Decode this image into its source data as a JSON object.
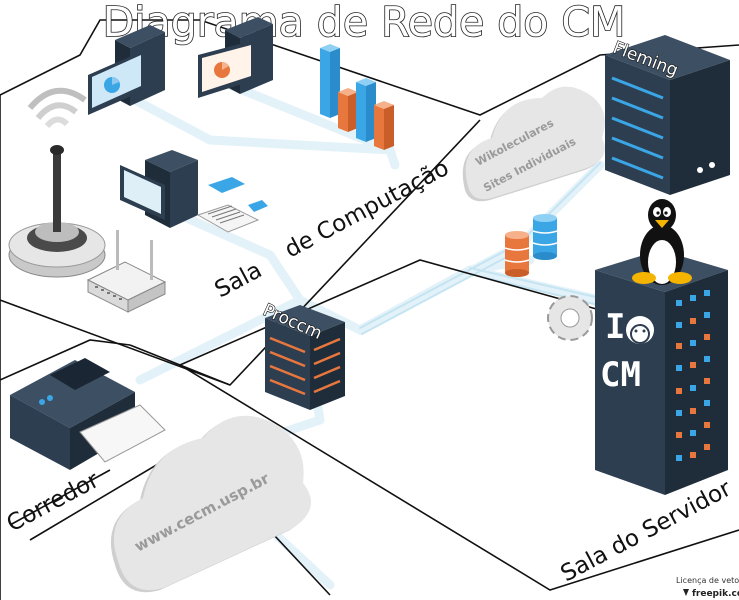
{
  "title": "Diagrama de Rede do CM",
  "rooms": {
    "sala_computacao_1": "Sala",
    "sala_computacao_2": "de Computação",
    "corredor": "Corredor",
    "sala_servidor": "Sala do Servidor"
  },
  "servers": {
    "fleming": "Fleming",
    "proccm": "Proccm",
    "icm_line1": "I",
    "icm_line2": "CM"
  },
  "clouds": {
    "internal_line1": "Wikoleculares",
    "internal_line2": "Sites Individuais",
    "external": "www.cecm.usp.br"
  },
  "license": {
    "label": "Licença de vetores:",
    "brand": "freepik.com"
  },
  "colors": {
    "navy": "#2d3e50",
    "navy_dark": "#1f2d3b",
    "orange": "#e8773d",
    "blue": "#3ba6e6",
    "light_path": "#e3f2f9",
    "gray_cloud": "#e0e0e0"
  }
}
